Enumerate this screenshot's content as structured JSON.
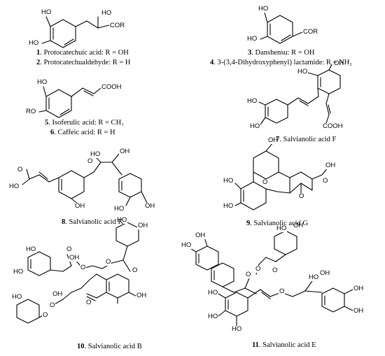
{
  "compounds": [
    {
      "num": "1",
      "text": ". Protocatechuic acid: R = OH"
    },
    {
      "num": "2",
      "text": ". Protocatechualdehyde: R = H"
    },
    {
      "num": "3",
      "text": ". Danshensu: R = OH"
    },
    {
      "num": "4",
      "text": ". 3-(3,4-Dihydroxyphenyl) lactamide: R = NH₂"
    },
    {
      "num": "5",
      "text": ". Isoferulic acid: R = CH₃"
    },
    {
      "num": "6",
      "text": ". Caffeic acid: R = H"
    },
    {
      "num": "7",
      "text": ". Salvianolic acid F"
    },
    {
      "num": "8",
      "text": ". Salvianolic acid K"
    },
    {
      "num": "9",
      "text": ". Salvianolic acid G"
    },
    {
      "num": "10",
      "text": ". Salvianolic acid B"
    },
    {
      "num": "11",
      "text": ". Salvianolic acid E"
    }
  ],
  "labels": {
    "ho": "HO",
    "oh": "OH",
    "ro": "RO",
    "cor": "COR",
    "cooh": "COOH",
    "o": "O"
  }
}
